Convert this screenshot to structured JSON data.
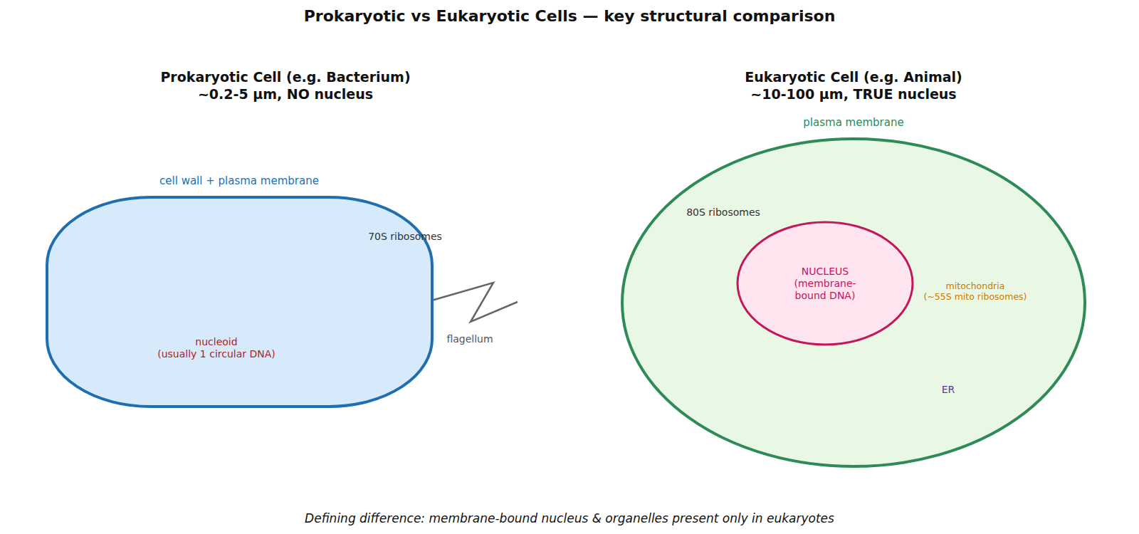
{
  "diagram": {
    "title": "Prokaryotic vs Eukaryotic Cells — key structural comparison",
    "caption": "Defining difference: membrane-bound nucleus & organelles present only in eukaryotes",
    "nodes": [
      {
        "text": [
          "cell wall + plasma membrane",
          "nucleoid (usually 1 circular DNA)",
          "70S ribosomes"
        ]
      },
      {
        "text": [
          "plasma membrane",
          "80S ribosomes",
          "mitochondria (~55S mito ribosomes)",
          "ER"
        ]
      },
      {
        "text": [
          "NUCLEUS (membrane- bound DNA)"
        ],
        "in": 1
      }
    ],
    "labels": [
      "Prokaryotic Cell (e.g. Bacterium)",
      "~0.2-5 µm, NO nucleus",
      "Eukaryotic Cell (e.g. Animal)",
      "~10-100 µm, TRUE nucleus",
      "flagellum"
    ]
  }
}
